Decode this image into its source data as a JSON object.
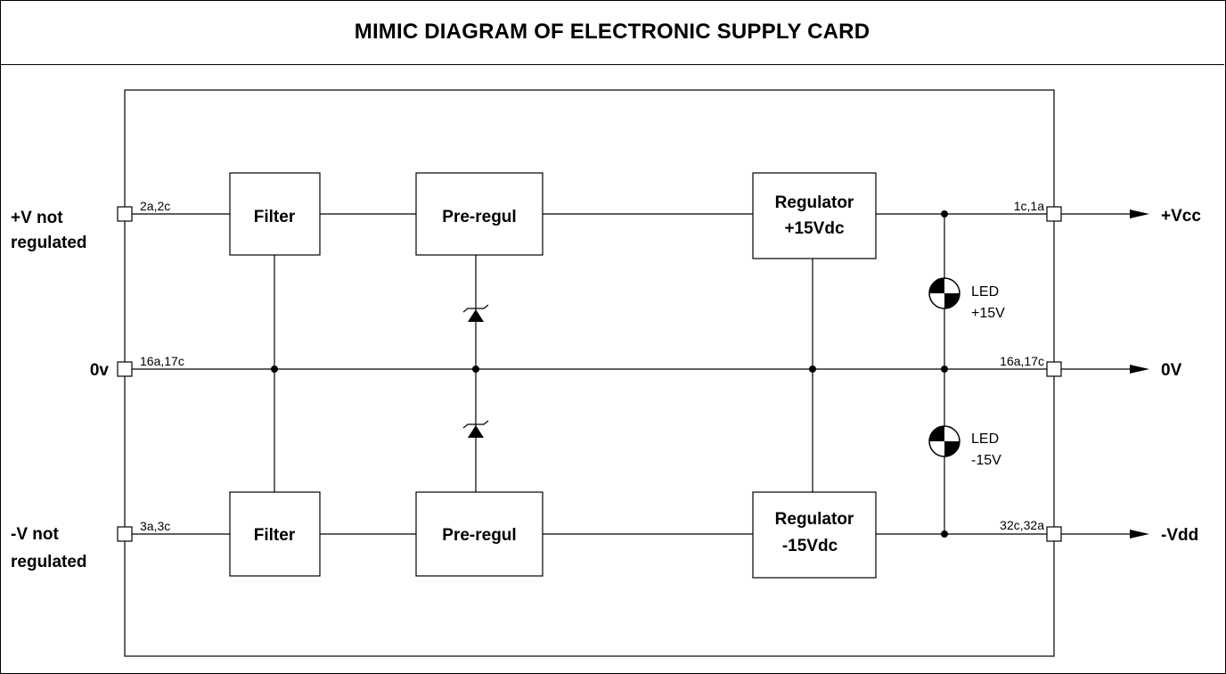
{
  "title": "MIMIC DIAGRAM OF ELECTRONIC SUPPLY CARD",
  "blocks": {
    "filter_top": "Filter",
    "filter_bottom": "Filter",
    "preregul_top": "Pre-regul",
    "preregul_bottom": "Pre-regul",
    "regulator_top": [
      "Regulator",
      "+15Vdc"
    ],
    "regulator_bottom": [
      "Regulator",
      "-15Vdc"
    ]
  },
  "inputs": {
    "vplus": [
      "+V not",
      "regulated"
    ],
    "zero": "0v",
    "vminus": [
      "-V not",
      "regulated"
    ]
  },
  "input_pins": {
    "vplus": "2a,2c",
    "zero": "16a,17c",
    "vminus": "3a,3c"
  },
  "outputs": {
    "vcc": "+Vcc",
    "zero": "0V",
    "vdd": "-Vdd"
  },
  "output_pins": {
    "vcc": "1c,1a",
    "zero": "16a,17c",
    "vdd": "32c,32a"
  },
  "leds": {
    "plus": [
      "LED",
      "+15V"
    ],
    "minus": [
      "LED",
      "-15V"
    ]
  },
  "icons": [
    "zener-diode-icon",
    "led-icon",
    "arrow-right-icon",
    "connector-pin-icon"
  ]
}
